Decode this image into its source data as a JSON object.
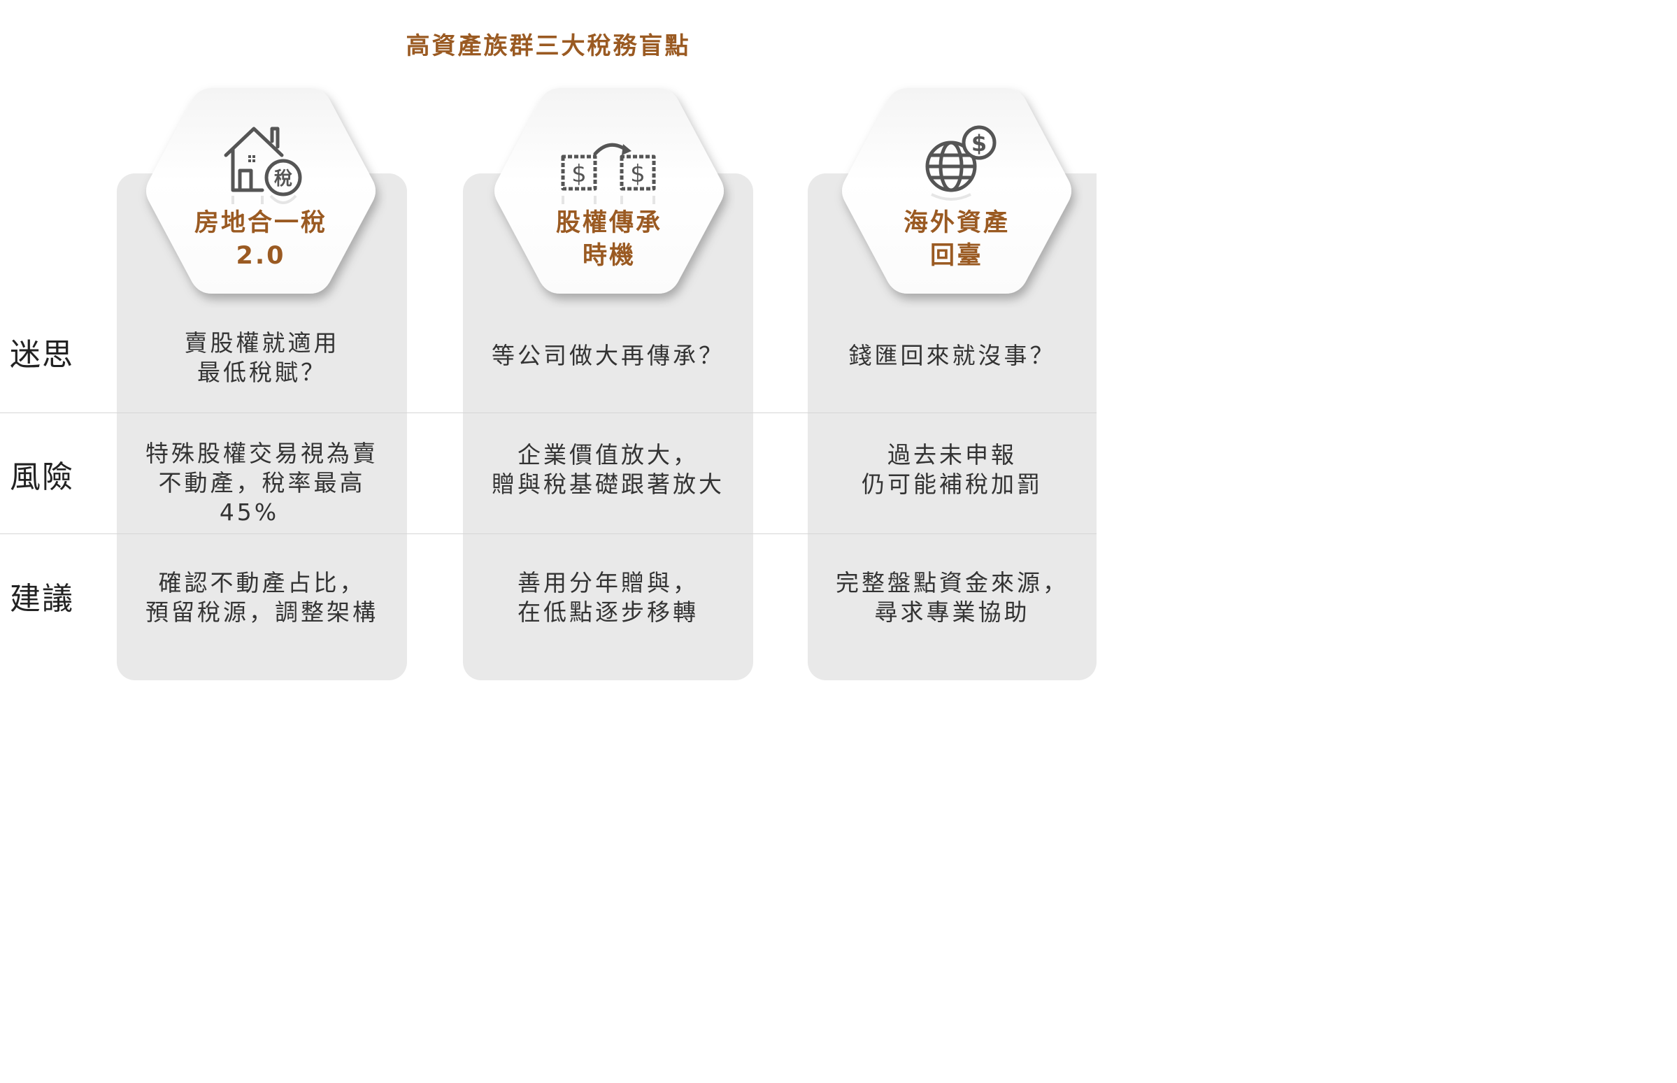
{
  "title": "高資產族群三大稅務盲點",
  "row_labels": [
    "迷思",
    "風險",
    "建議"
  ],
  "columns": [
    {
      "icon": "house-tax-icon",
      "icon_text": "稅",
      "title_line1": "房地合一稅",
      "title_line2": "2.0",
      "myth_line1": "賣股權就適用",
      "myth_line2": "最低稅賦？",
      "risk_line1": "特殊股權交易視為賣",
      "risk_line2": "不動產，稅率最高",
      "risk_line3": "45%",
      "advice_line1": "確認不動產占比，",
      "advice_line2": "預留稅源，調整架構"
    },
    {
      "icon": "stamp-transfer-icon",
      "title_line1": "股權傳承",
      "title_line2": "時機",
      "myth_line1": "等公司做大再傳承？",
      "risk_line1": "企業價值放大，",
      "risk_line2": "贈與稅基礎跟著放大",
      "advice_line1": "善用分年贈與，",
      "advice_line2": "在低點逐步移轉"
    },
    {
      "icon": "globe-dollar-icon",
      "title_line1": "海外資產",
      "title_line2": "回臺",
      "myth_line1": "錢匯回來就沒事？",
      "risk_line1": "過去未申報",
      "risk_line2": "仍可能補稅加罰",
      "advice_line1": "完整盤點資金來源，",
      "advice_line2": "尋求專業協助"
    }
  ],
  "colors": {
    "accent": "#9a5a22",
    "card": "#e9e9e9",
    "icon": "#555555"
  }
}
